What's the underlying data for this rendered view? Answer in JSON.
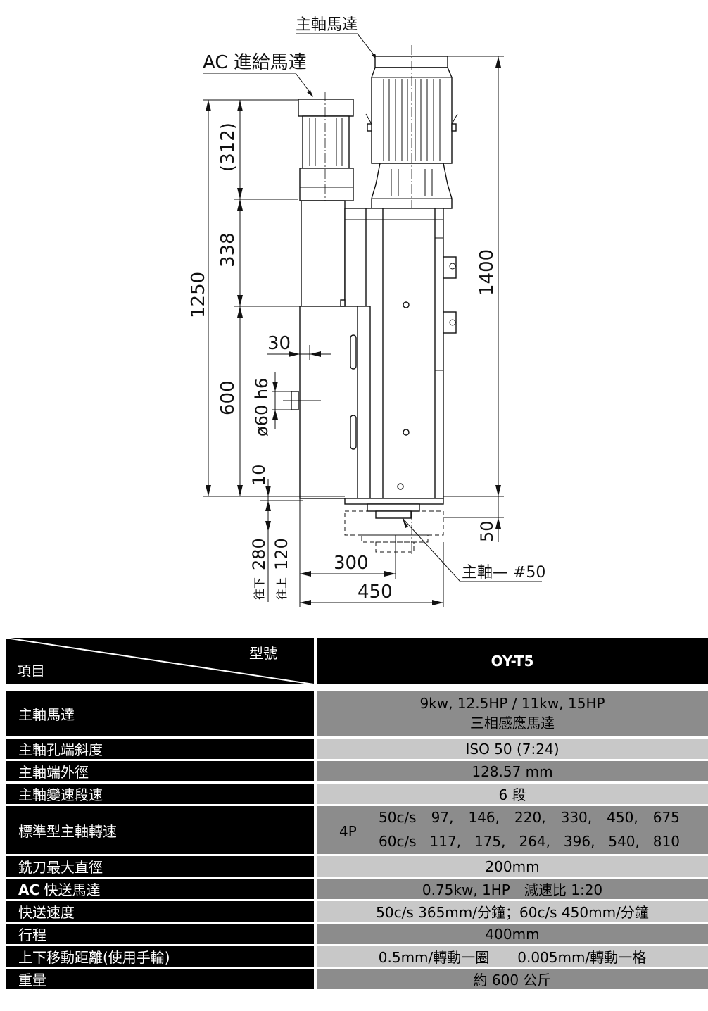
{
  "drawing": {
    "labels": {
      "spindle_motor": "主軸馬達",
      "ac_feed_motor": "AC 進給馬達",
      "spindle_taper": "主軸— #50"
    },
    "dimensions": {
      "d_312": "(312)",
      "d_338": "338",
      "d_1250": "1250",
      "d_600": "600",
      "d_10": "10",
      "d_30": "30",
      "d_60h6": "ø60 h6",
      "d_1400": "1400",
      "d_50": "50",
      "d_280": "280",
      "d_120": "120",
      "down": "往下",
      "up": "往上",
      "d_300": "300",
      "d_450": "450"
    }
  },
  "table": {
    "header": {
      "model_label": "型號",
      "item_label": "項目",
      "model": "OY-T5"
    },
    "rows": [
      {
        "label": "主軸馬達",
        "line1": "9kw, 12.5HP / 11kw, 15HP",
        "line2": "三相感應馬達"
      },
      {
        "label": "主軸孔端斜度",
        "value": "ISO 50 (7:24)"
      },
      {
        "label": "主軸端外徑",
        "value": "128.57 mm"
      },
      {
        "label": "主軸變速段速",
        "value": "6 段"
      }
    ],
    "rpm": {
      "label": "標準型主軸轉速",
      "pole": "4P",
      "r50": [
        "50c/s",
        "97,",
        "146,",
        "220,",
        "330,",
        "450,",
        "675"
      ],
      "r60": [
        "60c/s",
        "117,",
        "175,",
        "264,",
        "396,",
        "540,",
        "810"
      ]
    },
    "rows2": [
      {
        "label": "銑刀最大直徑",
        "value": "200mm"
      },
      {
        "label_bold": "AC",
        "label_rest": " 快送馬達",
        "value": "0.75kw, 1HP　減速比  1:20"
      },
      {
        "label": "快送速度",
        "value": "50c/s 365mm/分鐘；60c/s 450mm/分鐘"
      },
      {
        "label": "行程",
        "value": "400mm"
      },
      {
        "label": "上下移動距離(使用手輪)",
        "value": "0.5mm/轉動一圈　　0.005mm/轉動一格"
      },
      {
        "label": "重量",
        "value": "約  600  公斤"
      }
    ]
  }
}
